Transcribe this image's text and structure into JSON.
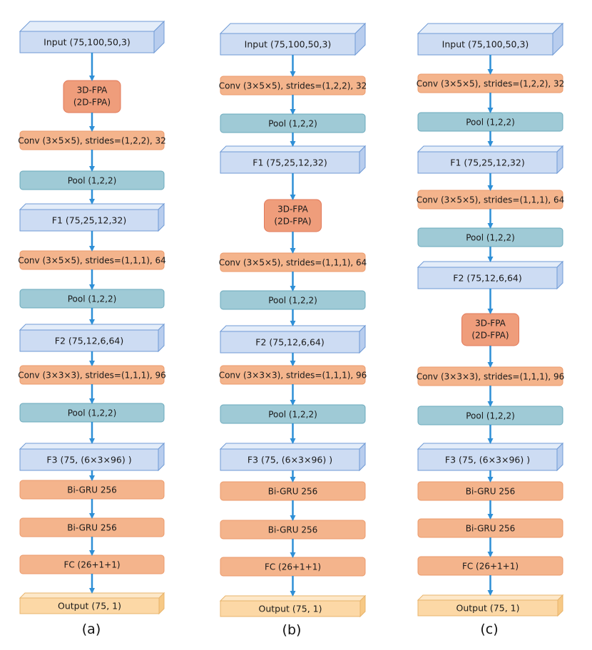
{
  "colors": {
    "tensor_fill": "#cddcf3",
    "tensor_top": "#e4edf9",
    "tensor_side": "#b8cdee",
    "tensor_stroke": "#6f9ad6",
    "layer_fill": "#f4b48c",
    "layer_stroke": "#eb9a6b",
    "fpa_fill": "#ef9d7b",
    "fpa_stroke": "#e2795a",
    "pool_fill": "#9fcad6",
    "pool_stroke": "#6aa9bc",
    "output_fill": "#fcd8a6",
    "output_top": "#fde8c9",
    "output_side": "#f7c985",
    "output_stroke": "#e8b46c",
    "arrow": "#2e8fd6",
    "text": "#1a1a1a"
  },
  "columns": [
    {
      "caption": "(a)",
      "blocks": [
        {
          "kind": "tensor",
          "label": "Input (75,100,50,3)"
        },
        {
          "kind": "fpa",
          "lines": [
            "3D-FPA",
            "(2D-FPA)"
          ]
        },
        {
          "kind": "layer",
          "label": "Conv (3×5×5), strides=(1,2,2), 32"
        },
        {
          "kind": "pool",
          "label": "Pool (1,2,2)"
        },
        {
          "kind": "tensor",
          "label": "F1 (75,25,12,32)"
        },
        {
          "kind": "layer",
          "label": "Conv (3×5×5), strides=(1,1,1), 64"
        },
        {
          "kind": "pool",
          "label": "Pool (1,2,2)"
        },
        {
          "kind": "tensor",
          "label": "F2 (75,12,6,64)"
        },
        {
          "kind": "layer",
          "label": "Conv (3×3×3), strides=(1,1,1), 96"
        },
        {
          "kind": "pool",
          "label": "Pool (1,2,2)"
        },
        {
          "kind": "tensor",
          "label": "F3 (75, (6×3×96) )"
        },
        {
          "kind": "layer",
          "label": "Bi-GRU  256"
        },
        {
          "kind": "layer",
          "label": "Bi-GRU  256"
        },
        {
          "kind": "layer",
          "label": "FC (26+1+1)"
        },
        {
          "kind": "output",
          "label": "Output (75, 1)"
        }
      ]
    },
    {
      "caption": "(b)",
      "blocks": [
        {
          "kind": "tensor",
          "label": "Input (75,100,50,3)"
        },
        {
          "kind": "layer",
          "label": "Conv (3×5×5), strides=(1,2,2), 32"
        },
        {
          "kind": "pool",
          "label": "Pool (1,2,2)"
        },
        {
          "kind": "tensor",
          "label": "F1 (75,25,12,32)"
        },
        {
          "kind": "fpa",
          "lines": [
            "3D-FPA",
            "(2D-FPA)"
          ]
        },
        {
          "kind": "layer",
          "label": "Conv (3×5×5), strides=(1,1,1), 64"
        },
        {
          "kind": "pool",
          "label": "Pool (1,2,2)"
        },
        {
          "kind": "tensor",
          "label": "F2 (75,12,6,64)"
        },
        {
          "kind": "layer",
          "label": "Conv (3×3×3), strides=(1,1,1), 96"
        },
        {
          "kind": "pool",
          "label": "Pool (1,2,2)"
        },
        {
          "kind": "tensor",
          "label": "F3 (75, (6×3×96) )"
        },
        {
          "kind": "layer",
          "label": "Bi-GRU  256"
        },
        {
          "kind": "layer",
          "label": "Bi-GRU  256"
        },
        {
          "kind": "layer",
          "label": "FC (26+1+1)"
        },
        {
          "kind": "output",
          "label": "Output (75, 1)"
        }
      ]
    },
    {
      "caption": "(c)",
      "blocks": [
        {
          "kind": "tensor",
          "label": "Input (75,100,50,3)"
        },
        {
          "kind": "layer",
          "label": "Conv (3×5×5), strides=(1,2,2), 32"
        },
        {
          "kind": "pool",
          "label": "Pool (1,2,2)"
        },
        {
          "kind": "tensor",
          "label": "F1 (75,25,12,32)"
        },
        {
          "kind": "layer",
          "label": "Conv (3×5×5), strides=(1,1,1), 64"
        },
        {
          "kind": "pool",
          "label": "Pool (1,2,2)"
        },
        {
          "kind": "tensor",
          "label": "F2 (75,12,6,64)"
        },
        {
          "kind": "fpa",
          "lines": [
            "3D-FPA",
            "(2D-FPA)"
          ]
        },
        {
          "kind": "layer",
          "label": "Conv (3×3×3), strides=(1,1,1), 96"
        },
        {
          "kind": "pool",
          "label": "Pool (1,2,2)"
        },
        {
          "kind": "tensor",
          "label": "F3 (75, (6×3×96) )"
        },
        {
          "kind": "layer",
          "label": "Bi-GRU  256"
        },
        {
          "kind": "layer",
          "label": "Bi-GRU  256"
        },
        {
          "kind": "layer",
          "label": "FC (26+1+1)"
        },
        {
          "kind": "output",
          "label": "Output (75, 1)"
        }
      ]
    }
  ]
}
